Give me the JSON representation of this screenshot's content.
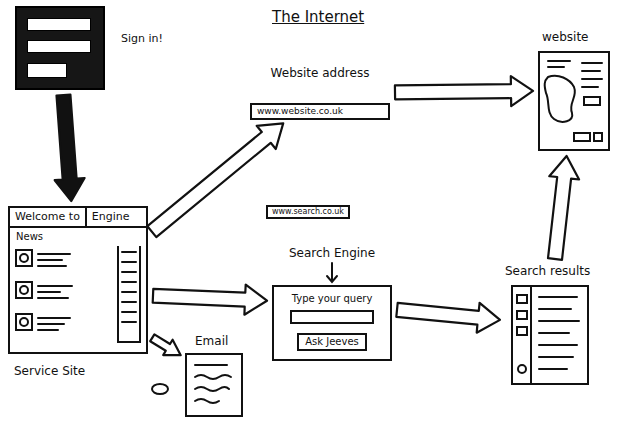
{
  "diagram": {
    "title": "The Internet",
    "nodes": [
      {
        "text": [
          "Sign in!"
        ]
      },
      {
        "text": [
          "Welcome to",
          "Engine",
          "News",
          "Service Site"
        ]
      },
      {
        "text": [
          "Website address",
          "www.website.co.uk"
        ]
      },
      {
        "text": [
          "website"
        ]
      },
      {
        "text": [
          "www.search.co.uk"
        ]
      },
      {
        "text": [
          "Search Engine",
          "Type your query",
          "Ask Jeeves"
        ]
      },
      {
        "text": [
          "Search results"
        ]
      },
      {
        "text": [
          "Email"
        ]
      }
    ],
    "edges": [
      {
        "from": 0,
        "to": 1,
        "arrow": "to"
      },
      {
        "from": 1,
        "to": 2,
        "arrow": "to"
      },
      {
        "from": 2,
        "to": 3,
        "arrow": "to"
      },
      {
        "from": 1,
        "to": 5,
        "arrow": "to"
      },
      {
        "from": 5,
        "to": 6,
        "arrow": "to"
      },
      {
        "from": 6,
        "to": 3,
        "arrow": "to"
      },
      {
        "from": 1,
        "to": 7,
        "arrow": "to"
      }
    ]
  }
}
